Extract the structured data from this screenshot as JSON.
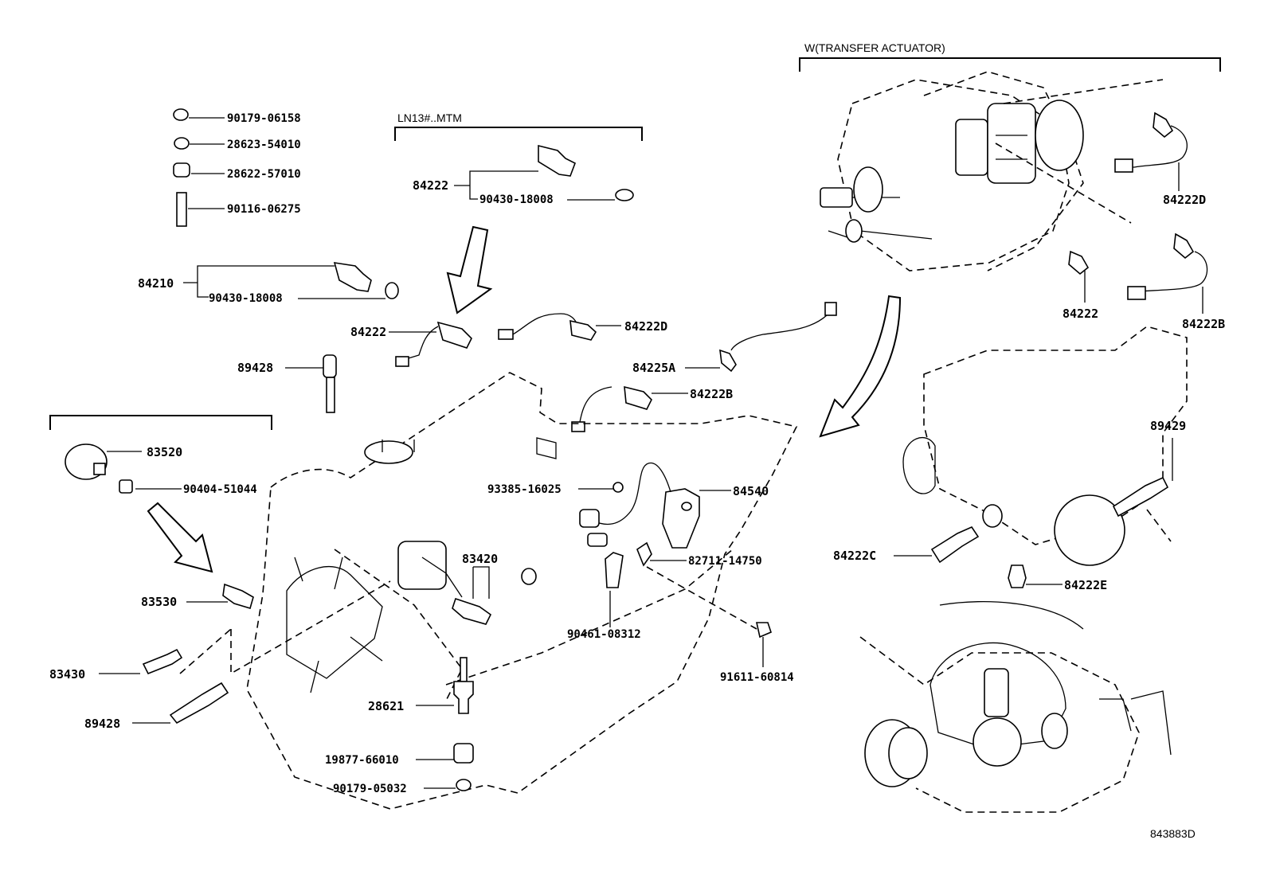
{
  "headers": {
    "transfer_actuator": "W(TRANSFER ACTUATOR)",
    "ln13": "LN13#..MTM"
  },
  "footer_code": "843883D",
  "parts": {
    "p90179_06158": "90179-06158",
    "p28623_54010": "28623-54010",
    "p28622_57010": "28622-57010",
    "p90116_06275": "90116-06275",
    "p84210": "84210",
    "p90430_18008_a": "90430-18008",
    "p84222_top": "84222",
    "p90430_18008_b": "90430-18008",
    "p84222_mid": "84222",
    "p84222D_mid": "84222D",
    "p89428_top": "89428",
    "p84225A": "84225A",
    "p84222B_mid": "84222B",
    "p83520": "83520",
    "p90404_51044": "90404-51044",
    "p93385_16025": "93385-16025",
    "p84540": "84540",
    "p83420": "83420",
    "p83530": "83530",
    "p82711_14750": "82711-14750",
    "p90461_08312": "90461-08312",
    "p83430": "83430",
    "p91611_60814": "91611-60814",
    "p28621": "28621",
    "p89428_bottom": "89428",
    "p19877_66010": "19877-66010",
    "p90179_05032": "90179-05032",
    "p84222D_right": "84222D",
    "p84222_right": "84222",
    "p84222B_right": "84222B",
    "p89429": "89429",
    "p84222C": "84222C",
    "p84222E": "84222E"
  }
}
